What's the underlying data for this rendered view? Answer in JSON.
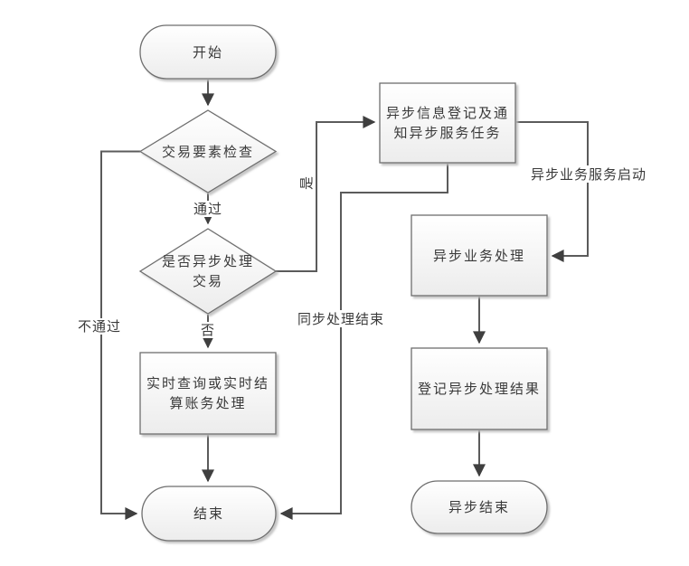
{
  "diagram": {
    "title": "transaction-async-processing-flowchart",
    "nodes": {
      "start": {
        "label": "开始",
        "shape": "terminator"
      },
      "check_elements": {
        "label": "交易要素检查",
        "shape": "decision"
      },
      "async_decision": {
        "line1": "是否异步处理",
        "line2": "交易",
        "shape": "decision"
      },
      "realtime_process": {
        "line1": "实时查询或实时结",
        "line2": "算账务处理",
        "shape": "process"
      },
      "end": {
        "label": "结束",
        "shape": "terminator"
      },
      "async_register": {
        "line1": "异步信息登记及通",
        "line2": "知异步服务任务",
        "shape": "process"
      },
      "async_process": {
        "label": "异步业务处理",
        "shape": "process"
      },
      "register_result": {
        "label": "登记异步处理结果",
        "shape": "process"
      },
      "async_end": {
        "label": "异步结束",
        "shape": "terminator"
      }
    },
    "edge_labels": {
      "pass": "通过",
      "fail": "不通过",
      "no": "否",
      "yes": "是",
      "async_service_start": "异步业务服务启动",
      "sync_end": "同步处理结束"
    },
    "colors": {
      "line": "#5b5b5b",
      "arrow": "#3f3f3f",
      "node_border": "#6e6e6e",
      "node_fill_top": "#ffffff",
      "node_fill_bottom": "#ececec",
      "shadow": "#bcbcbc",
      "text": "#3a3a3a",
      "background": "#ffffff"
    }
  }
}
